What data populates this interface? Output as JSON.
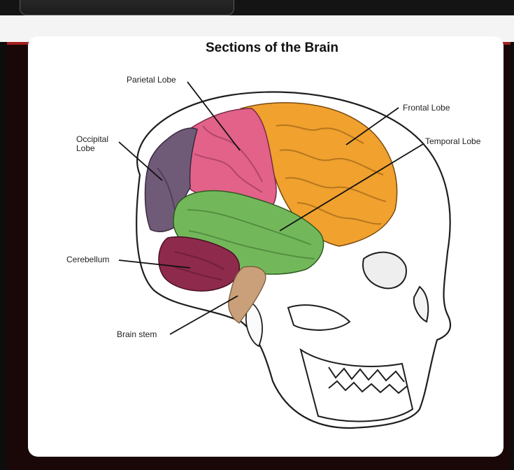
{
  "diagram": {
    "title": "Sections of the Brain",
    "labels": {
      "parietal": "Parietal Lobe",
      "frontal": "Frontal Lobe",
      "temporal": "Temporal Lobe",
      "occipital_line1": "Occipital",
      "occipital_line2": "Lobe",
      "cerebellum": "Cerebellum",
      "brainstem": "Brain stem"
    },
    "colors": {
      "frontal": "#f0a12e",
      "parietal": "#e2628a",
      "occipital": "#6f5a78",
      "temporal": "#72b85a",
      "cerebellum": "#8e2a4c",
      "brainstem": "#c9a07a"
    }
  }
}
